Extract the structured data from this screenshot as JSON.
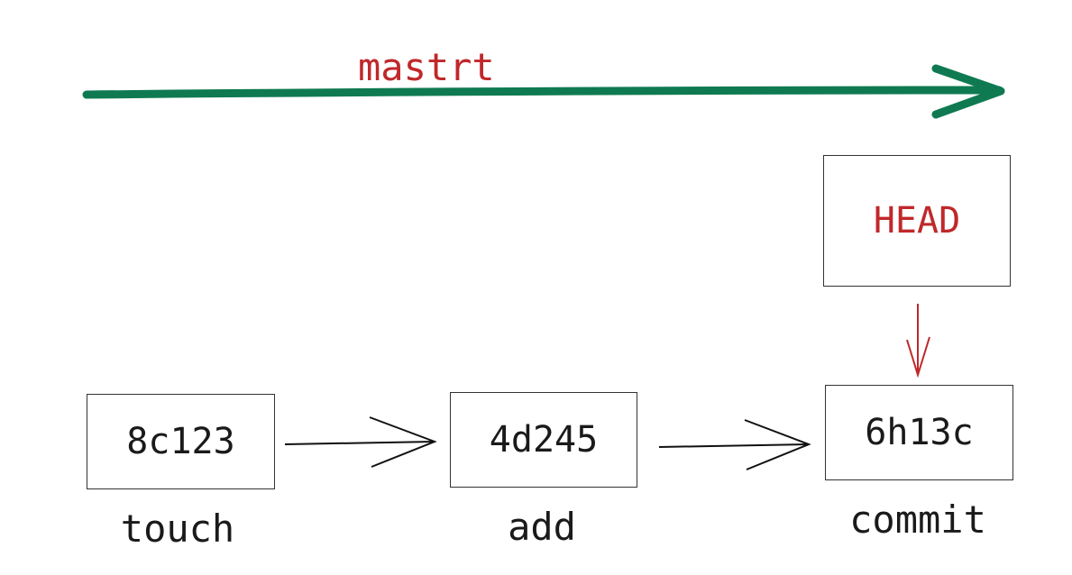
{
  "branch": {
    "name": "mastrt",
    "color": "#0f7a52"
  },
  "head": {
    "label": "HEAD",
    "color": "#c0282a"
  },
  "commits": [
    {
      "hash": "8c123",
      "action": "touch"
    },
    {
      "hash": "4d245",
      "action": "add"
    },
    {
      "hash": "6h13c",
      "action": "commit"
    }
  ]
}
